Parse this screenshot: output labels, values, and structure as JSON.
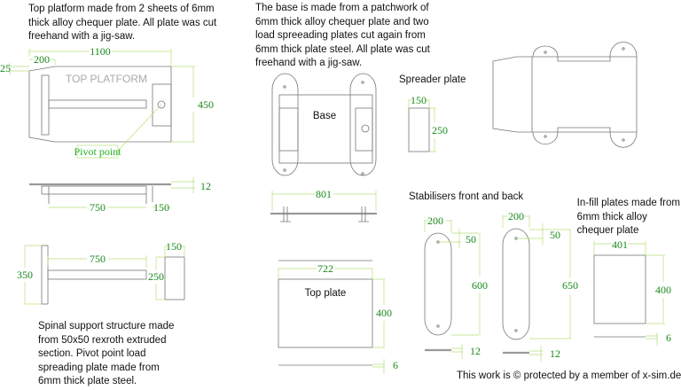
{
  "notes": {
    "top_platform": [
      "Top platform made from 2 sheets of 6mm",
      "thick alloy chequer plate. All plate was cut",
      "freehand with a jig-saw."
    ],
    "base": [
      "The base is made from a patchwork of",
      "6mm thick alloy chequer plate and two",
      "load spreeading plates cut again from",
      "6mm thick plate steel. All plate was cut",
      "freehand with a jig-saw."
    ],
    "spine": [
      "Spinal support structure made",
      "from 50x50 rexroth extruded",
      "section. Pivot point load",
      "spreading plate made from",
      "6mm thick plate steel."
    ],
    "infill": [
      "In-fill plates made from",
      "6mm thick alloy",
      "chequer plate"
    ]
  },
  "labels": {
    "top_platform": "TOP PLATFORM",
    "pivot_point": "Pivot point",
    "base": "Base",
    "spreader_plate": "Spreader plate",
    "stabilisers": "Stabilisers front and back",
    "top_plate": "Top plate",
    "copyright": "This work is © protected by a member of x-sim.de"
  },
  "dims": {
    "tp_width": "1100",
    "tp_200": "200",
    "tp_25": "25",
    "tp_450": "450",
    "tp_thick": "12",
    "tp_750": "750",
    "tp_150": "150",
    "sp_750": "750",
    "sp_350": "350",
    "sp_150": "150",
    "sp_250": "250",
    "base_801": "801",
    "spr_150": "150",
    "spr_250": "250",
    "st1_200": "200",
    "st1_50": "50",
    "st1_600": "600",
    "st1_12": "12",
    "st2_200": "200",
    "st2_50": "50",
    "st2_650": "650",
    "st2_12": "12",
    "in_401": "401",
    "in_400": "400",
    "in_6": "6",
    "tpl_722": "722",
    "tpl_400": "400",
    "tpl_6": "6"
  },
  "colors": {
    "dimension_text": "#1a8a1a",
    "dimension_line": "#b7e07a",
    "outline": "#777777"
  }
}
